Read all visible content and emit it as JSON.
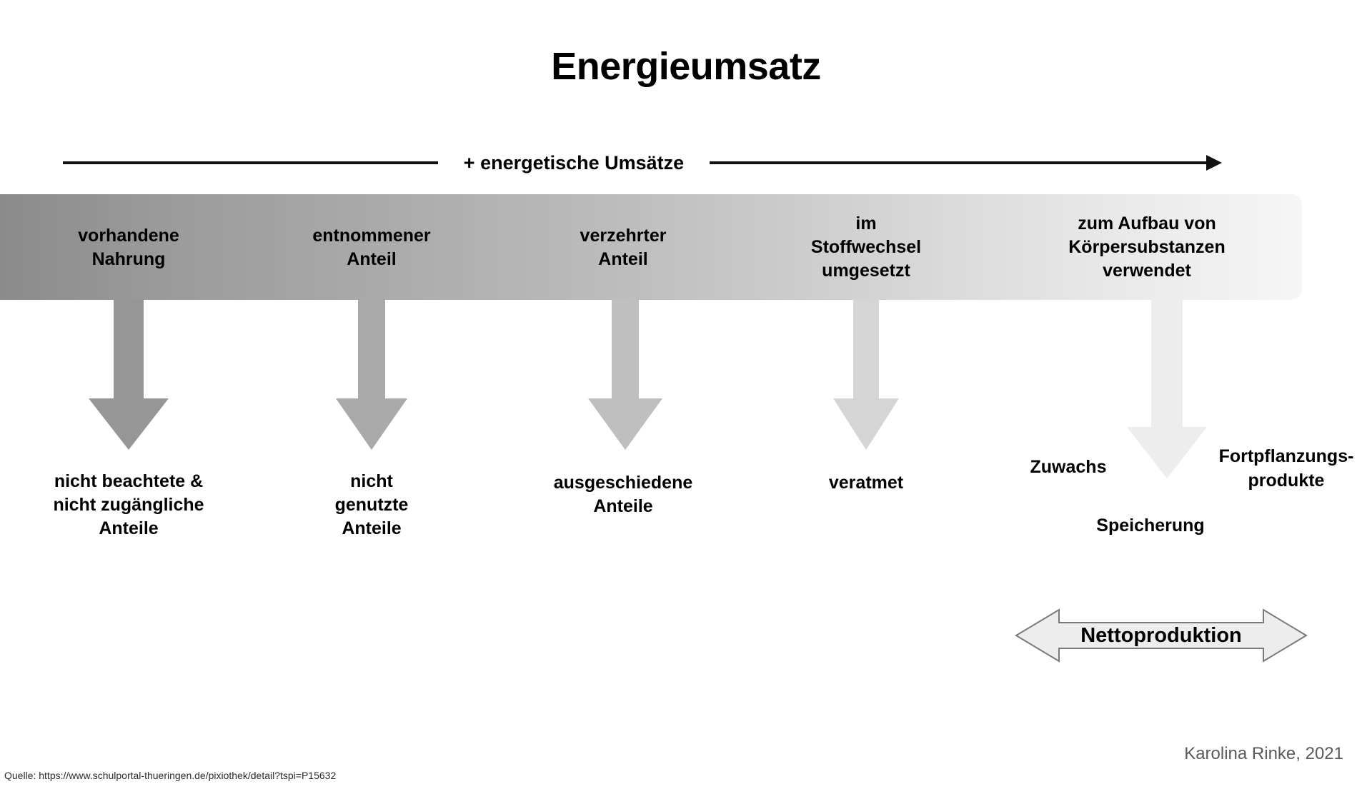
{
  "title": "Energieumsatz",
  "axis": {
    "label": "+ energetische Umsätze",
    "direction": "left-to-right"
  },
  "bar": {
    "gradient_from": "#8b8b8b",
    "gradient_to": "#f6f6f6",
    "segments": [
      {
        "label": "vorhandene\nNahrung"
      },
      {
        "label": "entnommener\nAnteil"
      },
      {
        "label": "verzehrter\nAnteil"
      },
      {
        "label": "im\nStoffwechsel\numgesetzt"
      },
      {
        "label": "zum Aufbau von\nKörpersubstanzen\nverwendet"
      }
    ]
  },
  "arrows": [
    {
      "color": "#969696",
      "label": "nicht beachtete &\nnicht zugängliche\nAnteile"
    },
    {
      "color": "#aaaaaa",
      "label": "nicht\ngenutzte\nAnteile"
    },
    {
      "color": "#bfbfbf",
      "label": "ausgeschiedene\nAnteile"
    },
    {
      "color": "#d5d5d5",
      "label": "veratmet"
    },
    {
      "color": "#ededed",
      "label": ""
    }
  ],
  "outputs": {
    "zuwachs": "Zuwachs",
    "speicherung": "Speicherung",
    "fortpflanzungsprodukte": "Fortpflanzungs-\nprodukte"
  },
  "netto": {
    "label": "Nettoproduktion",
    "fill": "#ededed",
    "stroke": "#7a7a7a"
  },
  "credit": "Karolina Rinke, 2021",
  "source": "Quelle: https://www.schulportal-thueringen.de/pixiothek/detail?tspi=P15632"
}
